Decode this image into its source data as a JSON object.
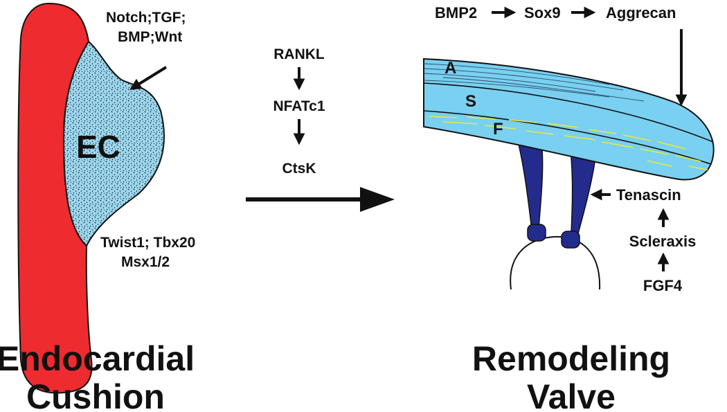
{
  "colors": {
    "endocardium": "#ee2b2f",
    "cushion": "#9ed8ec",
    "valve_leaflet": "#79d0f0",
    "chordae": "#232b8c",
    "fibrosa_lines": "#e9ea3a",
    "text": "#111111"
  },
  "left_panel": {
    "signals_line1": "Notch;TGF;",
    "signals_line2": "BMP;Wnt",
    "cushion_label": "EC",
    "tf_line1": "Twist1; Tbx20",
    "tf_line2": "Msx1/2",
    "title_line1": "Endocardial",
    "title_line2": "Cushion"
  },
  "middle_pathway": {
    "step1": "RANKL",
    "step2": "NFATc1",
    "step3": "CtsK"
  },
  "right_panel": {
    "top_pathway": {
      "a": "BMP2",
      "b": "Sox9",
      "c": "Aggrecan"
    },
    "layers": {
      "atrialis": "A",
      "spongiosa": "S",
      "fibrosa": "F"
    },
    "bottom_pathway": {
      "a": "Tenascin",
      "b": "Scleraxis",
      "c": "FGF4"
    },
    "title_line1": "Remodeling",
    "title_line2": "Valve"
  },
  "icons": [
    "arrow-right-icon",
    "arrow-down-icon",
    "arrow-up-icon",
    "arrow-left-icon"
  ]
}
